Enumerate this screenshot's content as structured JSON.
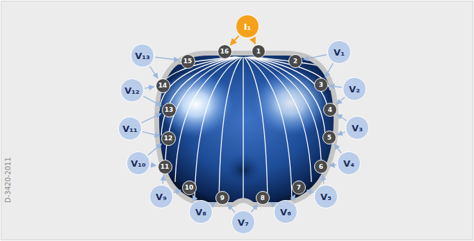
{
  "diagram": {
    "nodes": [
      {
        "text": [
          "I₁"
        ]
      },
      {
        "text": [
          "1"
        ]
      },
      {
        "text": [
          "2"
        ]
      },
      {
        "text": [
          "3"
        ]
      },
      {
        "text": [
          "4"
        ]
      },
      {
        "text": [
          "5"
        ]
      },
      {
        "text": [
          "6"
        ]
      },
      {
        "text": [
          "7"
        ]
      },
      {
        "text": [
          "8"
        ]
      },
      {
        "text": [
          "9"
        ]
      },
      {
        "text": [
          "10"
        ]
      },
      {
        "text": [
          "11"
        ]
      },
      {
        "text": [
          "12"
        ]
      },
      {
        "text": [
          "13"
        ]
      },
      {
        "text": [
          "14"
        ]
      },
      {
        "text": [
          "15"
        ]
      },
      {
        "text": [
          "16"
        ]
      },
      {
        "text": [
          "V₁"
        ]
      },
      {
        "text": [
          "V₂"
        ]
      },
      {
        "text": [
          "V₃"
        ]
      },
      {
        "text": [
          "V₄"
        ]
      },
      {
        "text": [
          "V₅"
        ]
      },
      {
        "text": [
          "V₆"
        ]
      },
      {
        "text": [
          "V₇"
        ]
      },
      {
        "text": [
          "V₈"
        ]
      },
      {
        "text": [
          "V₉"
        ]
      },
      {
        "text": [
          "V₁₀"
        ]
      },
      {
        "text": [
          "V₁₁"
        ]
      },
      {
        "text": [
          "V₁₂"
        ]
      },
      {
        "text": [
          "V₁₃"
        ]
      }
    ],
    "edges": [
      {
        "from": 0,
        "to": 16,
        "arrow": "to"
      },
      {
        "from": 0,
        "to": 1,
        "arrow": "to"
      },
      {
        "from": 17,
        "to": 2,
        "arrow": "to"
      },
      {
        "from": 17,
        "to": 3,
        "arrow": "to"
      },
      {
        "from": 18,
        "to": 3,
        "arrow": "to"
      },
      {
        "from": 18,
        "to": 4,
        "arrow": "to"
      },
      {
        "from": 19,
        "to": 4,
        "arrow": "to"
      },
      {
        "from": 19,
        "to": 5,
        "arrow": "to"
      },
      {
        "from": 20,
        "to": 5,
        "arrow": "to"
      },
      {
        "from": 20,
        "to": 6,
        "arrow": "to"
      },
      {
        "from": 21,
        "to": 6,
        "arrow": "to"
      },
      {
        "from": 21,
        "to": 7,
        "arrow": "to"
      },
      {
        "from": 22,
        "to": 7,
        "arrow": "to"
      },
      {
        "from": 22,
        "to": 8,
        "arrow": "to"
      },
      {
        "from": 23,
        "to": 8,
        "arrow": "to"
      },
      {
        "from": 23,
        "to": 9,
        "arrow": "to"
      },
      {
        "from": 24,
        "to": 9,
        "arrow": "to"
      },
      {
        "from": 24,
        "to": 10,
        "arrow": "to"
      },
      {
        "from": 25,
        "to": 10,
        "arrow": "to"
      },
      {
        "from": 25,
        "to": 11,
        "arrow": "to"
      },
      {
        "from": 26,
        "to": 11,
        "arrow": "to"
      },
      {
        "from": 26,
        "to": 12,
        "arrow": "to"
      },
      {
        "from": 27,
        "to": 12,
        "arrow": "to"
      },
      {
        "from": 27,
        "to": 13,
        "arrow": "to"
      },
      {
        "from": 28,
        "to": 13,
        "arrow": "to"
      },
      {
        "from": 28,
        "to": 14,
        "arrow": "to"
      },
      {
        "from": 29,
        "to": 14,
        "arrow": "to"
      },
      {
        "from": 29,
        "to": 15,
        "arrow": "to"
      }
    ],
    "labels": [
      "D-3420-2011"
    ]
  }
}
